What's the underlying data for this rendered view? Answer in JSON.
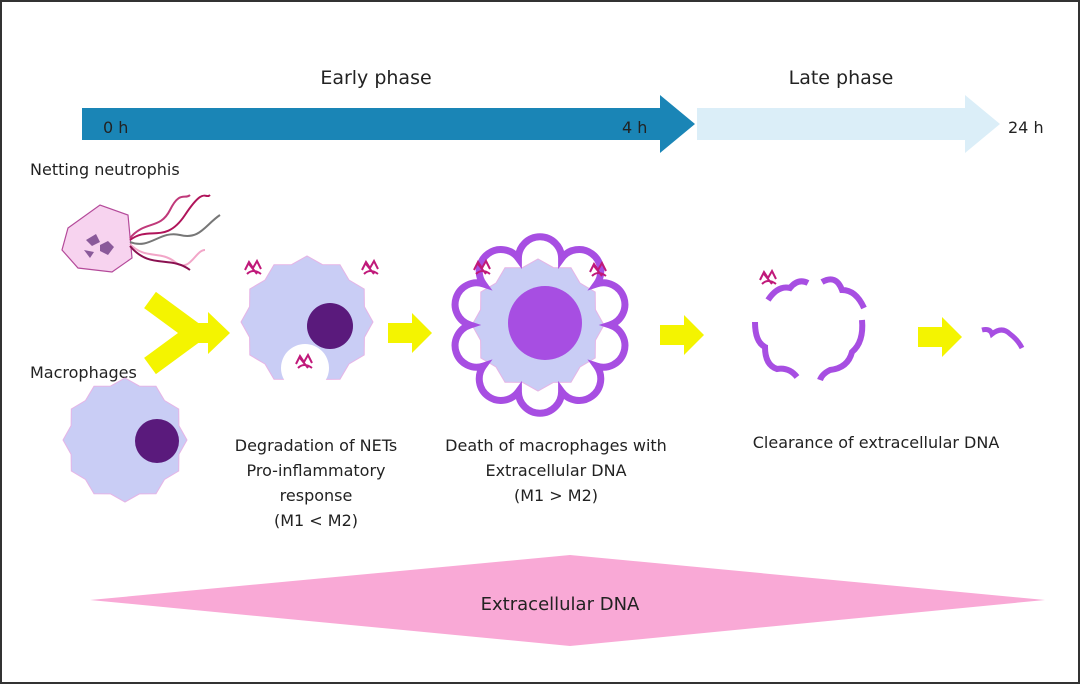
{
  "timeline": {
    "early_phase": "Early phase",
    "late_phase": "Late phase",
    "t0": "0 h",
    "t4": "4 h",
    "t24": "24 h",
    "colors": {
      "early": "#1a85b6",
      "late": "#dbeef8"
    }
  },
  "labels": {
    "netting_neutrophils": "Netting neutrophis",
    "macrophages": "Macrophages"
  },
  "stages": [
    {
      "lines": [
        "Degradation of NETs",
        "Pro-inflammatory",
        "response",
        "(M1 < M2)"
      ]
    },
    {
      "lines": [
        "Death of macrophages with",
        "Extracellular DNA",
        "(M1 > M2)"
      ]
    },
    {
      "lines": [
        "Clearance of extracellular DNA"
      ]
    }
  ],
  "extracellular_dna": {
    "label": "Extracellular DNA",
    "color": "#f9a9d6"
  },
  "colors": {
    "arrow": "#f4f400",
    "cell": "#c9cdf5",
    "nucleus": "#5a1a7c",
    "dead": "#a74ee2"
  }
}
